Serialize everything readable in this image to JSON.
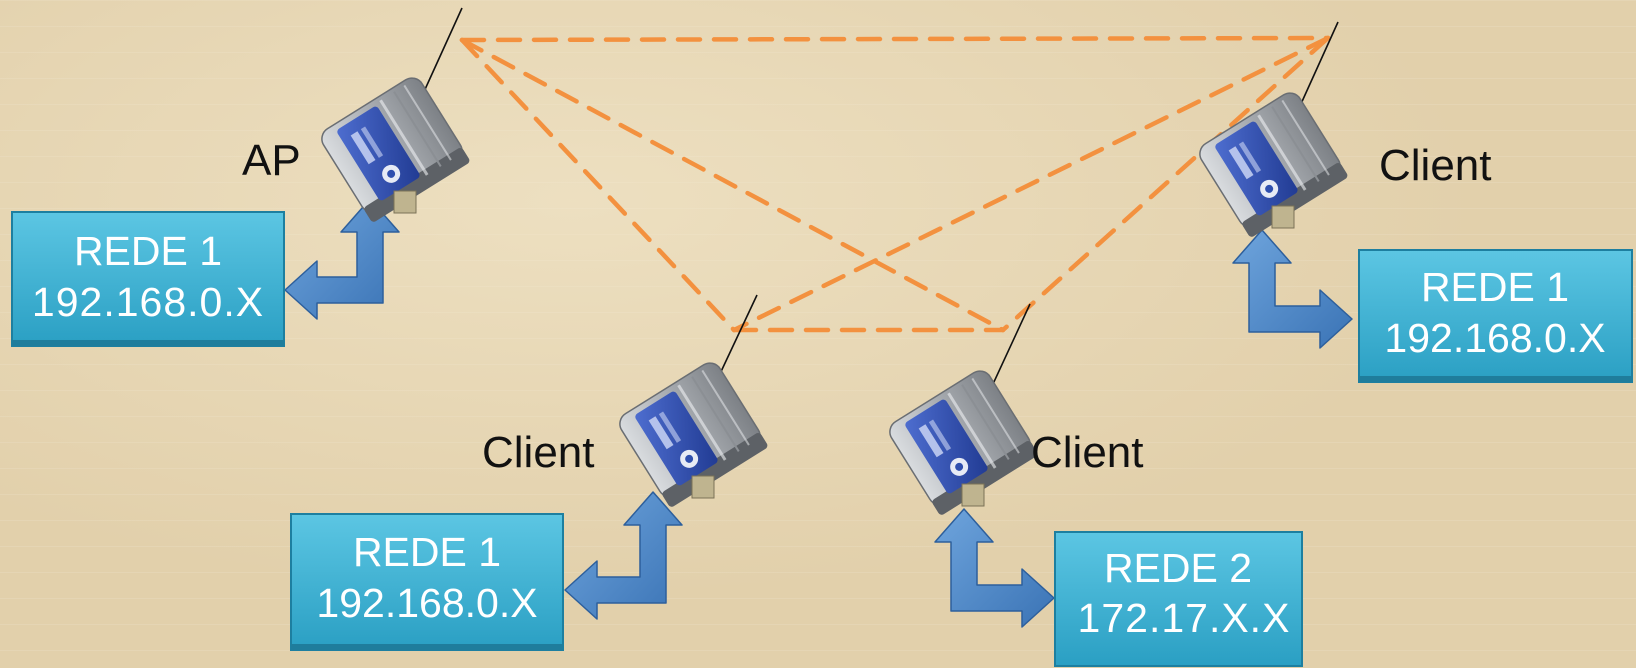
{
  "colors": {
    "background": "#e2d0ab",
    "link_dashed": "#f3913f",
    "box_fill": "#3fb3d3",
    "box_stroke": "#1d7fa0",
    "arrow_fill": "#4a86c8",
    "device_body": "#b8bcc0",
    "device_panel": "#2f4fae"
  },
  "icons": {
    "device": "wireless-radio-modem-icon",
    "connector": "bidirectional-elbow-arrow-icon"
  },
  "devices": [
    {
      "role": "AP"
    },
    {
      "role": "Client"
    },
    {
      "role": "Client"
    },
    {
      "role": "Client"
    }
  ],
  "networks": [
    {
      "name": "REDE 1",
      "address": "192.168.0.X"
    },
    {
      "name": "REDE 1",
      "address": "192.168.0.X"
    },
    {
      "name": "REDE 2",
      "address": "172.17.X.X"
    },
    {
      "name": "REDE 1",
      "address": "192.168.0.X"
    }
  ],
  "links": [
    {
      "from": "AP",
      "to": "Client (top right)"
    },
    {
      "from": "AP",
      "to": "Client (bottom left)"
    },
    {
      "from": "AP",
      "to": "Client (bottom right)"
    },
    {
      "from": "Client (top right)",
      "to": "Client (bottom left)"
    },
    {
      "from": "Client (top right)",
      "to": "Client (bottom right)"
    },
    {
      "from": "Client (bottom left)",
      "to": "Client (bottom right)"
    }
  ]
}
